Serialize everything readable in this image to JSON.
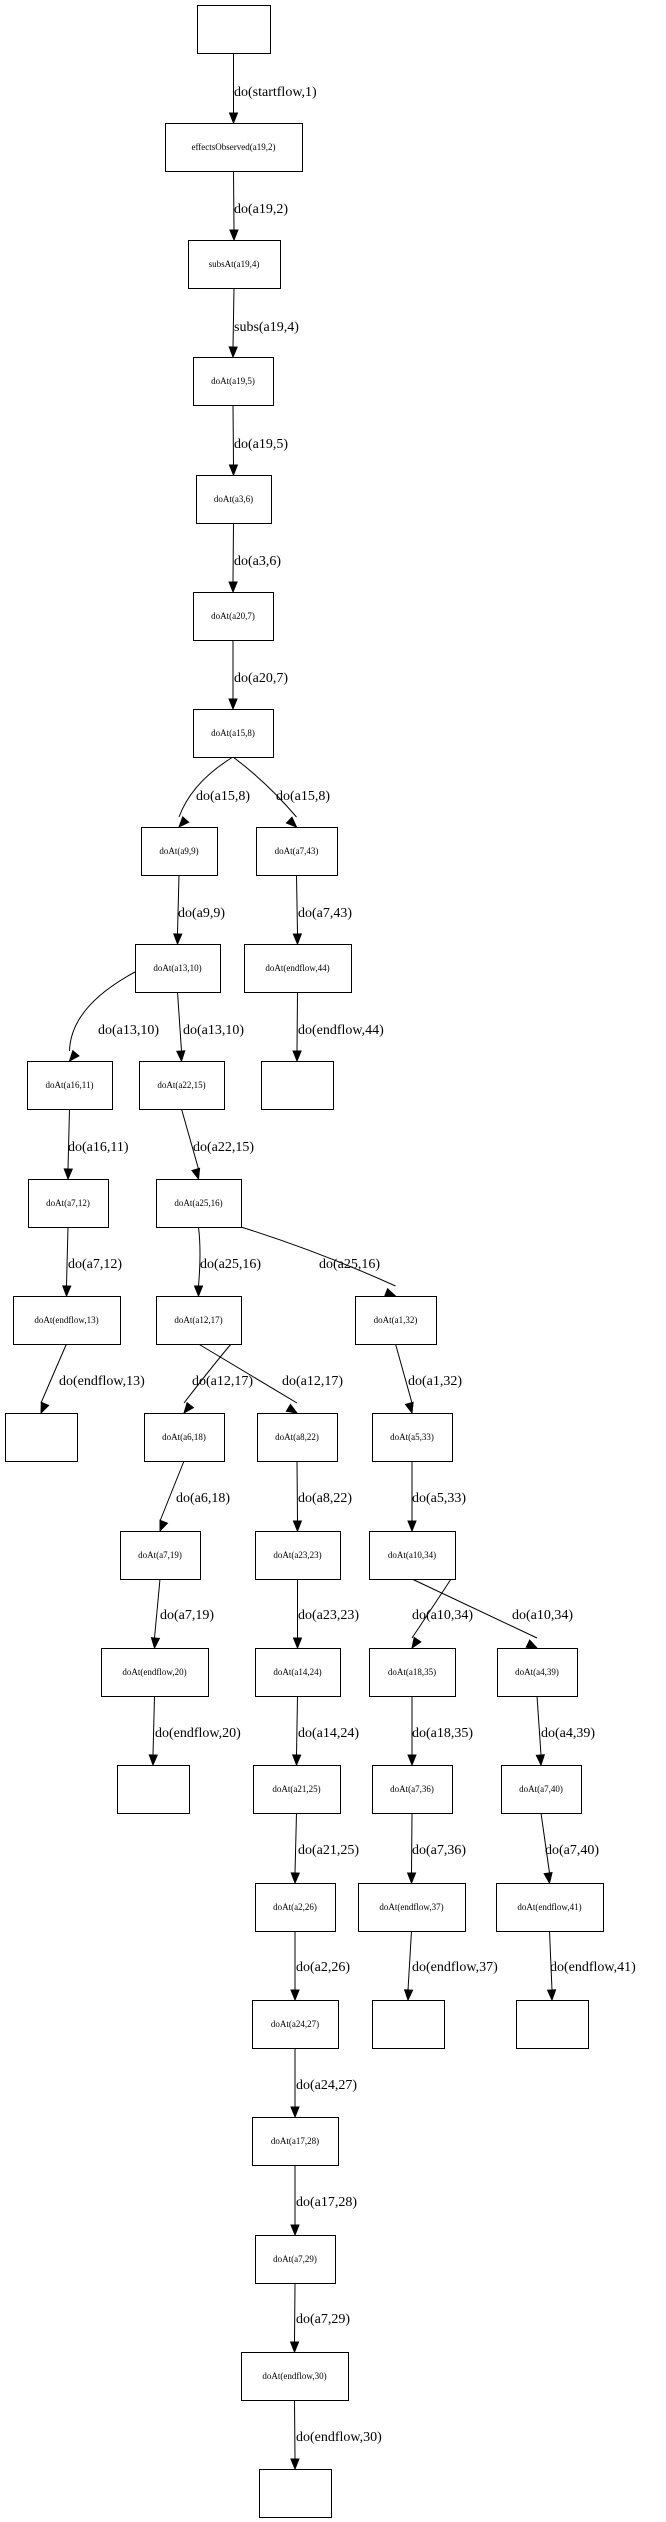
{
  "graph": {
    "nodes": [
      {
        "id": "n0",
        "label": ""
      },
      {
        "id": "n1",
        "label": "effectsObserved(a19,2)"
      },
      {
        "id": "n2",
        "label": "subsAt(a19,4)"
      },
      {
        "id": "n3",
        "label": "doAt(a19,5)"
      },
      {
        "id": "n4",
        "label": "doAt(a3,6)"
      },
      {
        "id": "n5",
        "label": "doAt(a20,7)"
      },
      {
        "id": "n6",
        "label": "doAt(a15,8)"
      },
      {
        "id": "n7",
        "label": "doAt(a9,9)"
      },
      {
        "id": "n8",
        "label": "doAt(a7,43)"
      },
      {
        "id": "n9",
        "label": "doAt(a13,10)"
      },
      {
        "id": "n10",
        "label": "doAt(endflow,44)"
      },
      {
        "id": "n11",
        "label": "doAt(a16,11)"
      },
      {
        "id": "n12",
        "label": "doAt(a22,15)"
      },
      {
        "id": "n13",
        "label": ""
      },
      {
        "id": "n14",
        "label": "doAt(a7,12)"
      },
      {
        "id": "n15",
        "label": "doAt(a25,16)"
      },
      {
        "id": "n16",
        "label": "doAt(endflow,13)"
      },
      {
        "id": "n17",
        "label": "doAt(a12,17)"
      },
      {
        "id": "n18",
        "label": "doAt(a1,32)"
      },
      {
        "id": "n19",
        "label": ""
      },
      {
        "id": "n20",
        "label": "doAt(a6,18)"
      },
      {
        "id": "n21",
        "label": "doAt(a8,22)"
      },
      {
        "id": "n22",
        "label": "doAt(a5,33)"
      },
      {
        "id": "n23",
        "label": "doAt(a7,19)"
      },
      {
        "id": "n24",
        "label": "doAt(a23,23)"
      },
      {
        "id": "n25",
        "label": "doAt(a10,34)"
      },
      {
        "id": "n26",
        "label": "doAt(endflow,20)"
      },
      {
        "id": "n27",
        "label": "doAt(a14,24)"
      },
      {
        "id": "n28",
        "label": "doAt(a18,35)"
      },
      {
        "id": "n29",
        "label": "doAt(a4,39)"
      },
      {
        "id": "n30",
        "label": ""
      },
      {
        "id": "n31",
        "label": "doAt(a21,25)"
      },
      {
        "id": "n32",
        "label": "doAt(a7,36)"
      },
      {
        "id": "n33",
        "label": "doAt(a7,40)"
      },
      {
        "id": "n34",
        "label": "doAt(a2,26)"
      },
      {
        "id": "n35",
        "label": "doAt(endflow,37)"
      },
      {
        "id": "n36",
        "label": "doAt(endflow,41)"
      },
      {
        "id": "n37",
        "label": "doAt(a24,27)"
      },
      {
        "id": "n38",
        "label": ""
      },
      {
        "id": "n39",
        "label": ""
      },
      {
        "id": "n40",
        "label": "doAt(a17,28)"
      },
      {
        "id": "n41",
        "label": "doAt(a7,29)"
      },
      {
        "id": "n42",
        "label": "doAt(endflow,30)"
      },
      {
        "id": "n43",
        "label": ""
      }
    ],
    "edges": [
      {
        "from": "n0",
        "to": "n1",
        "label": "do(startflow,1)"
      },
      {
        "from": "n1",
        "to": "n2",
        "label": "do(a19,2)"
      },
      {
        "from": "n2",
        "to": "n3",
        "label": "subs(a19,4)"
      },
      {
        "from": "n3",
        "to": "n4",
        "label": "do(a19,5)"
      },
      {
        "from": "n4",
        "to": "n5",
        "label": "do(a3,6)"
      },
      {
        "from": "n5",
        "to": "n6",
        "label": "do(a20,7)"
      },
      {
        "from": "n6",
        "to": "n7",
        "label": "do(a15,8)"
      },
      {
        "from": "n6",
        "to": "n8",
        "label": "do(a15,8)"
      },
      {
        "from": "n7",
        "to": "n9",
        "label": "do(a9,9)"
      },
      {
        "from": "n8",
        "to": "n10",
        "label": "do(a7,43)"
      },
      {
        "from": "n9",
        "to": "n11",
        "label": "do(a13,10)"
      },
      {
        "from": "n9",
        "to": "n12",
        "label": "do(a13,10)"
      },
      {
        "from": "n10",
        "to": "n13",
        "label": "do(endflow,44)"
      },
      {
        "from": "n11",
        "to": "n14",
        "label": "do(a16,11)"
      },
      {
        "from": "n12",
        "to": "n15",
        "label": "do(a22,15)"
      },
      {
        "from": "n14",
        "to": "n16",
        "label": "do(a7,12)"
      },
      {
        "from": "n15",
        "to": "n17",
        "label": "do(a25,16)"
      },
      {
        "from": "n15",
        "to": "n18",
        "label": "do(a25,16)"
      },
      {
        "from": "n16",
        "to": "n19",
        "label": "do(endflow,13)"
      },
      {
        "from": "n17",
        "to": "n20",
        "label": "do(a12,17)"
      },
      {
        "from": "n17",
        "to": "n21",
        "label": "do(a12,17)"
      },
      {
        "from": "n18",
        "to": "n22",
        "label": "do(a1,32)"
      },
      {
        "from": "n20",
        "to": "n23",
        "label": "do(a6,18)"
      },
      {
        "from": "n21",
        "to": "n24",
        "label": "do(a8,22)"
      },
      {
        "from": "n22",
        "to": "n25",
        "label": "do(a5,33)"
      },
      {
        "from": "n23",
        "to": "n26",
        "label": "do(a7,19)"
      },
      {
        "from": "n24",
        "to": "n27",
        "label": "do(a23,23)"
      },
      {
        "from": "n25",
        "to": "n28",
        "label": "do(a10,34)"
      },
      {
        "from": "n25",
        "to": "n29",
        "label": "do(a10,34)"
      },
      {
        "from": "n26",
        "to": "n30",
        "label": "do(endflow,20)"
      },
      {
        "from": "n27",
        "to": "n31",
        "label": "do(a14,24)"
      },
      {
        "from": "n28",
        "to": "n32",
        "label": "do(a18,35)"
      },
      {
        "from": "n29",
        "to": "n33",
        "label": "do(a4,39)"
      },
      {
        "from": "n31",
        "to": "n34",
        "label": "do(a21,25)"
      },
      {
        "from": "n32",
        "to": "n35",
        "label": "do(a7,36)"
      },
      {
        "from": "n33",
        "to": "n36",
        "label": "do(a7,40)"
      },
      {
        "from": "n34",
        "to": "n37",
        "label": "do(a2,26)"
      },
      {
        "from": "n35",
        "to": "n38",
        "label": "do(endflow,37)"
      },
      {
        "from": "n36",
        "to": "n39",
        "label": "do(endflow,41)"
      },
      {
        "from": "n37",
        "to": "n40",
        "label": "do(a24,27)"
      },
      {
        "from": "n40",
        "to": "n41",
        "label": "do(a17,28)"
      },
      {
        "from": "n41",
        "to": "n42",
        "label": "do(a7,29)"
      },
      {
        "from": "n42",
        "to": "n43",
        "label": "do(endflow,30)"
      }
    ]
  }
}
